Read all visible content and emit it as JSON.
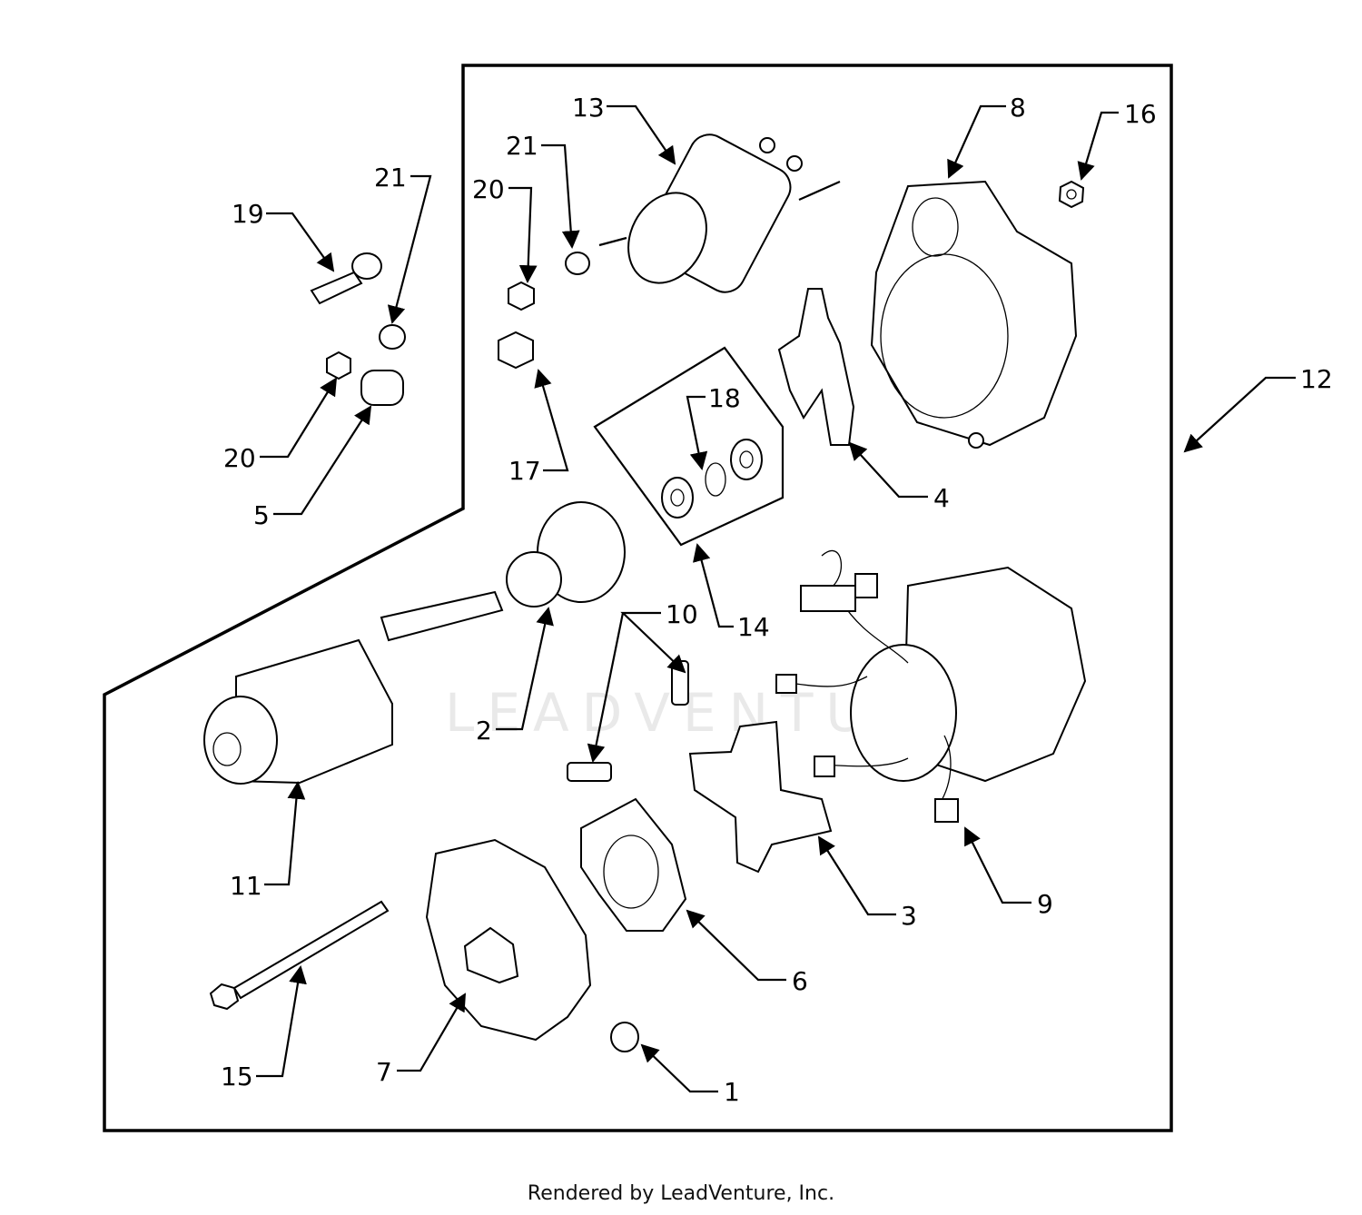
{
  "callouts": [
    "1",
    "2",
    "3",
    "4",
    "5",
    "6",
    "7",
    "8",
    "9",
    "10",
    "11",
    "12",
    "13",
    "14",
    "15",
    "16",
    "17",
    "18",
    "19",
    "20",
    "20",
    "21",
    "21"
  ],
  "watermark": "LEADVENTURE",
  "footer": "Rendered by LeadVenture, Inc."
}
